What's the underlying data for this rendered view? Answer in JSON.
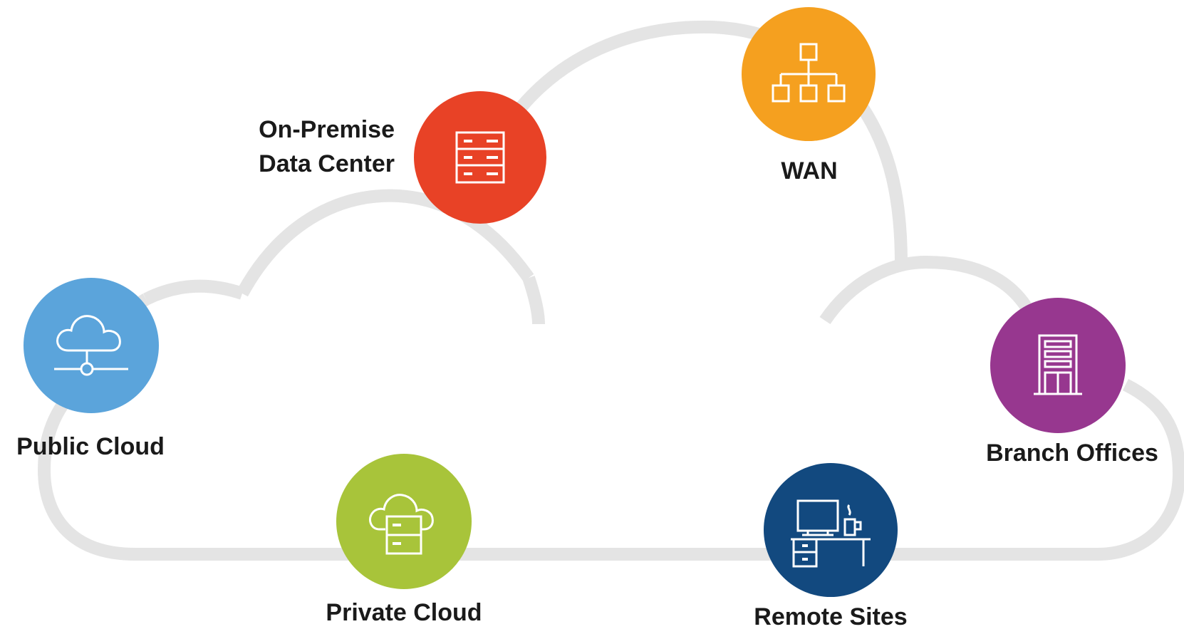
{
  "diagram": {
    "nodes": [
      {
        "id": "onprem",
        "label_lines": [
          "On-Premise",
          "Data Center"
        ],
        "icon": "server-rack-icon",
        "color": "#E84226"
      },
      {
        "id": "wan",
        "label_lines": [
          "WAN"
        ],
        "icon": "network-hierarchy-icon",
        "color": "#F5A01F"
      },
      {
        "id": "public",
        "label_lines": [
          "Public Cloud"
        ],
        "icon": "cloud-network-icon",
        "color": "#5BA4DB"
      },
      {
        "id": "branch",
        "label_lines": [
          "Branch Offices"
        ],
        "icon": "office-building-icon",
        "color": "#97378F"
      },
      {
        "id": "private",
        "label_lines": [
          "Private Cloud"
        ],
        "icon": "cloud-server-icon",
        "color": "#A8C43A"
      },
      {
        "id": "remote",
        "label_lines": [
          "Remote Sites"
        ],
        "icon": "desk-computer-icon",
        "color": "#12497F"
      }
    ],
    "cloud_outline_color": "#E4E4E4",
    "text_color": "#1a1a1a"
  }
}
